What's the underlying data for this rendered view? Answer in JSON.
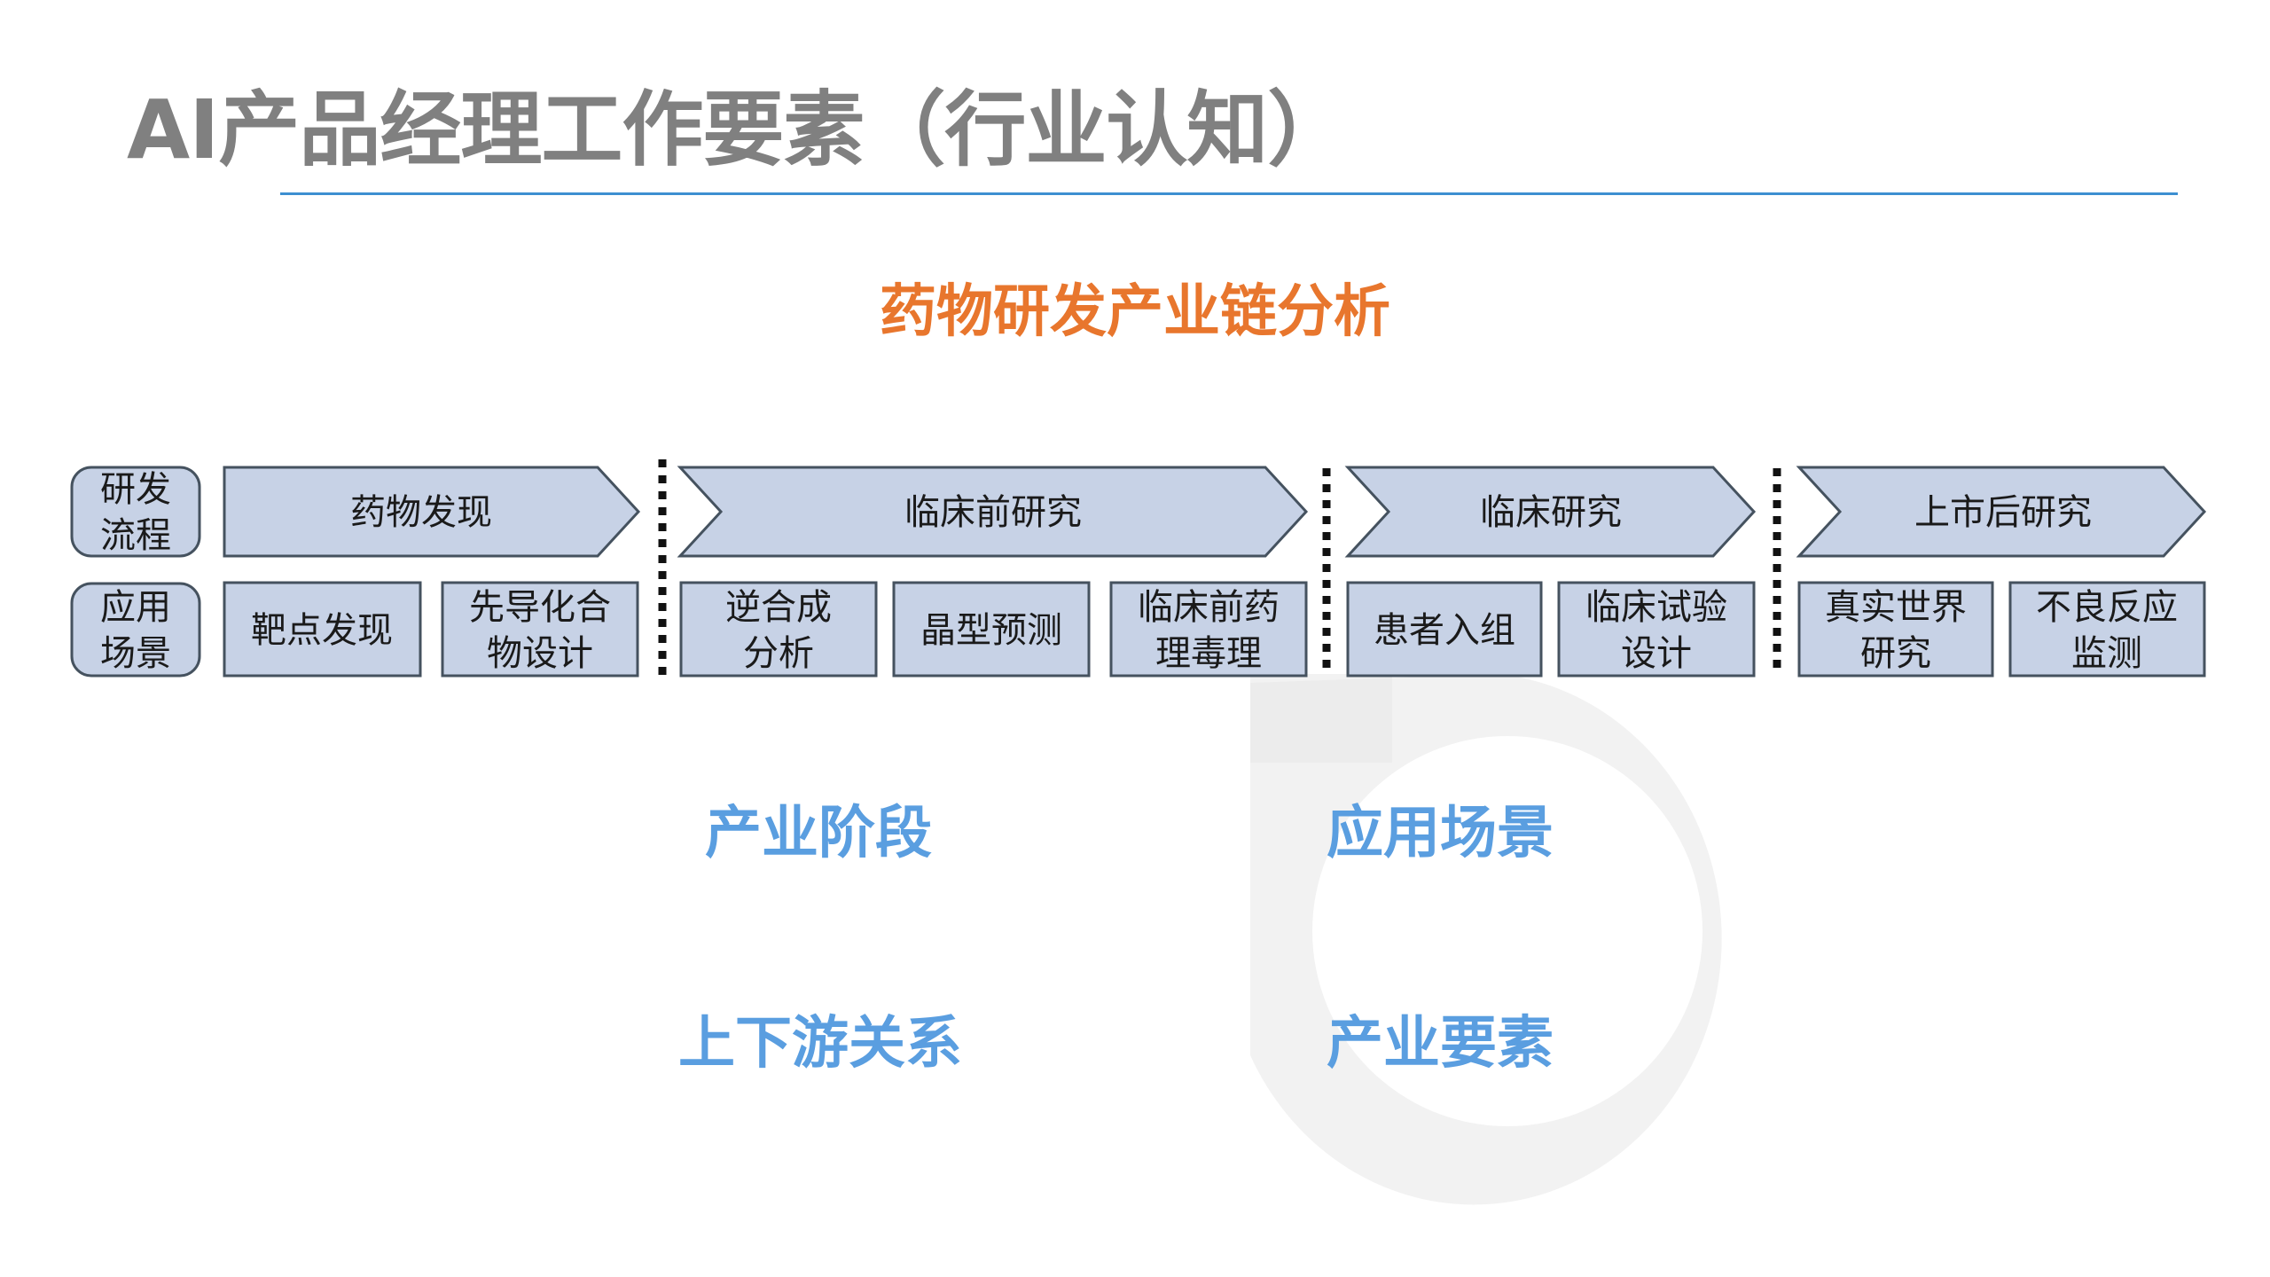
{
  "title": "AI产品经理工作要素（行业认知）",
  "subtitle": "药物研发产业链分析",
  "row_headers": {
    "process": [
      "研发",
      "流程"
    ],
    "scenario": [
      "应用",
      "场景"
    ]
  },
  "stages": [
    {
      "label": "药物发现",
      "scenarios": [
        [
          "靶点发现"
        ],
        [
          "先导化合",
          "物设计"
        ]
      ]
    },
    {
      "label": "临床前研究",
      "scenarios": [
        [
          "逆合成",
          "分析"
        ],
        [
          "晶型预测"
        ],
        [
          "临床前药",
          "理毒理"
        ]
      ]
    },
    {
      "label": "临床研究",
      "scenarios": [
        [
          "患者入组"
        ],
        [
          "临床试验",
          "设计"
        ]
      ]
    },
    {
      "label": "上市后研究",
      "scenarios": [
        [
          "真实世界",
          "研究"
        ],
        [
          "不良反应",
          "监测"
        ]
      ]
    }
  ],
  "labels": {
    "industry_stage": "产业阶段",
    "application_scenario": "应用场景",
    "upstream_downstream": "上下游关系",
    "industry_elements": "产业要素"
  },
  "colors": {
    "title": "#808080",
    "rule": "#3d8fd1",
    "subtitle": "#e8762d",
    "box_fill": "#c7d2e6",
    "box_stroke": "#45525f",
    "label_blue": "#5a9ee0"
  }
}
